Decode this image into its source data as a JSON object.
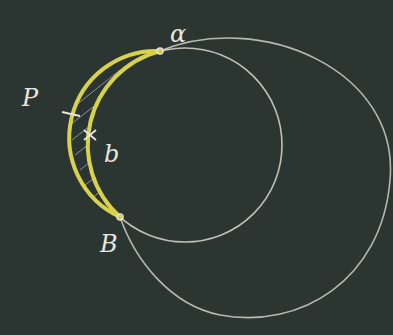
{
  "diagram": {
    "labels": [
      "P",
      "b",
      "α",
      "B"
    ]
  }
}
